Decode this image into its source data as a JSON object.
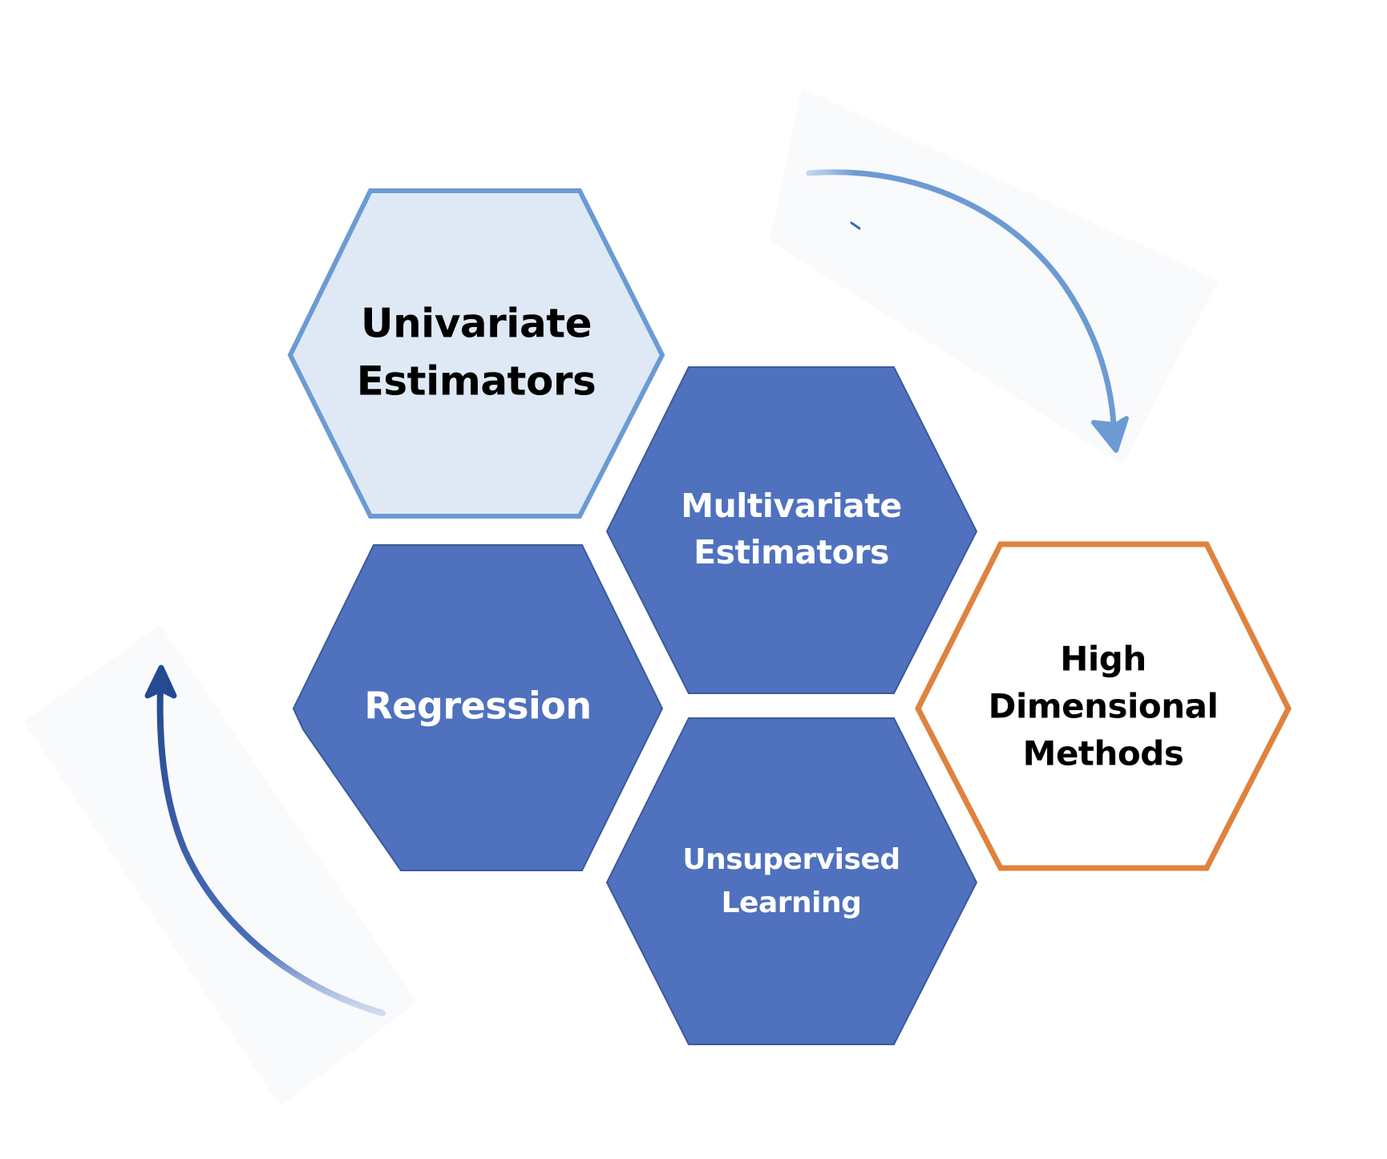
{
  "diagram": {
    "title": "",
    "nodes": [
      {
        "id": "univariate",
        "lines": [
          "Univariate",
          "Estimators"
        ],
        "style": "light",
        "fill": "#dfe9f5",
        "stroke": "#6b9bd2",
        "text_color": "#000000"
      },
      {
        "id": "multivariate",
        "lines": [
          "Multivariate",
          "Estimators"
        ],
        "style": "solid",
        "fill": "#4f71be",
        "stroke": "#3a5a9c",
        "text_color": "#ffffff"
      },
      {
        "id": "regression",
        "lines": [
          "Regression"
        ],
        "style": "solid",
        "fill": "#4f71be",
        "stroke": "#3a5a9c",
        "text_color": "#ffffff"
      },
      {
        "id": "unsupervised",
        "lines": [
          "Unsupervised",
          "Learning"
        ],
        "style": "solid",
        "fill": "#4f71be",
        "stroke": "#3a5a9c",
        "text_color": "#ffffff"
      },
      {
        "id": "high-dimensional",
        "lines": [
          "High",
          "Dimensional",
          "Methods"
        ],
        "style": "outline",
        "fill": "#ffffff",
        "stroke": "#e0823f",
        "text_color": "#000000"
      }
    ],
    "arrows": [
      {
        "id": "top-right-arrow",
        "direction": "clockwise-down",
        "color": "#6b9bd2",
        "points_to": "high-dimensional"
      },
      {
        "id": "bottom-left-arrow",
        "direction": "upward",
        "color": "#244a91",
        "points_to": "univariate"
      }
    ]
  }
}
